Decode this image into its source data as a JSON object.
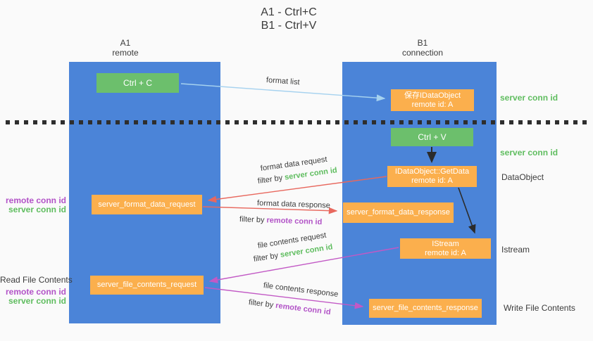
{
  "title": {
    "line1": "A1 - Ctrl+C",
    "line2": "B1 - Ctrl+V"
  },
  "columns": {
    "a1": {
      "title": "A1",
      "subtitle": "remote"
    },
    "b1": {
      "title": "B1",
      "subtitle": "connection"
    }
  },
  "nodes": {
    "ctrl_c": "Ctrl + C",
    "ctrl_v": "Ctrl + V",
    "save_idataobject": {
      "line1": "保存IDataObject",
      "line2": "remote id: A"
    },
    "getdata": {
      "line1": "IDataObject::GetData",
      "line2": "remote id: A"
    },
    "istream": {
      "line1": "IStream",
      "line2": "remote id: A"
    },
    "server_format_data_request": "server_format_data_request",
    "server_format_data_response": "server_format_data_response",
    "server_file_contents_request": "server_file_contents_request",
    "server_file_contents_response": "server_file_contents_response"
  },
  "arrow_labels": {
    "format_list": "format list",
    "format_data_request": "format data request",
    "format_data_response": "format data response",
    "file_contents_request": "file contents request",
    "file_contents_response": "file contents response",
    "filter_by": "filter by",
    "server_conn_id": "server conn id",
    "remote_conn_id": "remote conn id"
  },
  "right_labels": {
    "server_conn_id_top": "server conn id",
    "server_conn_id_mid": "server conn id",
    "dataobject": "DataObject",
    "istream": "Istream",
    "write_file_contents": "Write File Contents"
  },
  "left_labels": {
    "remote_conn_id_1": "remote conn id",
    "server_conn_id_1": "server conn id",
    "read_file_contents": "Read File Contents",
    "remote_conn_id_2": "remote conn id",
    "server_conn_id_2": "server conn id"
  },
  "colors": {
    "background": "#fafafa",
    "column_blue": "#4b84d8",
    "green_box": "#6cbf6c",
    "orange_box": "#fbaf4d",
    "green_text": "#5fbd5f",
    "purple_text": "#b253c7",
    "dark_text": "#3b3b3b",
    "light_blue_arrow": "#a6d2ef",
    "black_arrow": "#2b2b2b",
    "red_arrow": "#e8685e",
    "magenta_arrow": "#c259c5",
    "dotted_line": "#2e2e2e"
  }
}
